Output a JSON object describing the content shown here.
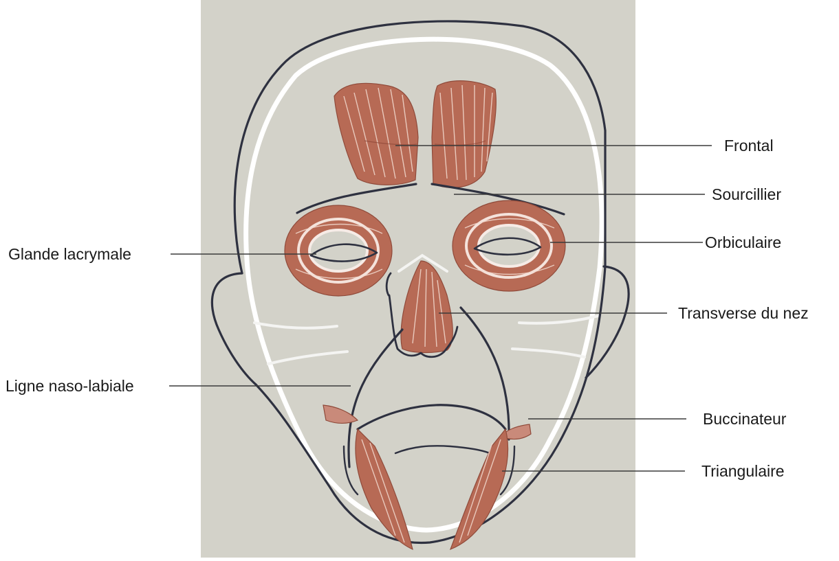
{
  "labels": {
    "frontal": "Frontal",
    "sourcillier": "Sourcillier",
    "orbiculaire": "Orbiculaire",
    "glande_lacrymale": "Glande lacrymale",
    "transverse_du_nez": "Transverse du nez",
    "ligne_naso_labiale": "Ligne naso-labiale",
    "buccinateur": "Buccinateur",
    "triangulaire": "Triangulaire"
  },
  "colors": {
    "background": "#d3d2c9",
    "muscle": "#b76a55",
    "outline": "#2e3140",
    "bone": "#ffffff"
  }
}
